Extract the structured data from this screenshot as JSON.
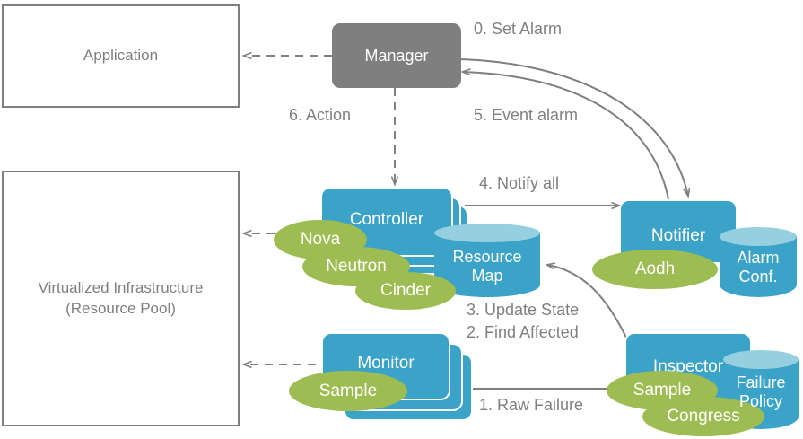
{
  "diagram": {
    "title": "Fault management architecture",
    "colors": {
      "blue": "#3ba3c7",
      "blue_light": "#96d0e0",
      "green": "#9dbc51",
      "gray": "#7f7f7f",
      "white": "#ffffff"
    },
    "plain_boxes": [
      {
        "id": "application",
        "label": "Application"
      },
      {
        "id": "infrastructure",
        "label": "Virtualized  Infrastructure\n(Resource Pool)",
        "line1": "Virtualized  Infrastructure",
        "line2": "(Resource Pool)"
      }
    ],
    "manager": {
      "label": "Manager"
    },
    "controller": {
      "label": "Controller"
    },
    "monitor": {
      "label": "Monitor"
    },
    "notifier": {
      "label": "Notifier"
    },
    "inspector": {
      "label": "Inspector"
    },
    "cylinders": [
      {
        "id": "resource-map",
        "line1": "Resource",
        "line2": "Map"
      },
      {
        "id": "alarm-conf",
        "line1": "Alarm",
        "line2": "Conf."
      },
      {
        "id": "failure-policy",
        "line1": "Failure",
        "line2": "Policy"
      }
    ],
    "tags": [
      {
        "id": "nova",
        "label": "Nova"
      },
      {
        "id": "neutron",
        "label": "Neutron"
      },
      {
        "id": "cinder",
        "label": "Cinder"
      },
      {
        "id": "aodh",
        "label": "Aodh"
      },
      {
        "id": "sample-monitor",
        "label": "Sample"
      },
      {
        "id": "sample-inspector",
        "label": "Sample"
      },
      {
        "id": "congress",
        "label": "Congress"
      }
    ],
    "flow_labels": [
      {
        "id": "step0",
        "label": "0. Set Alarm"
      },
      {
        "id": "step5",
        "label": "5. Event alarm"
      },
      {
        "id": "step6",
        "label": "6. Action"
      },
      {
        "id": "step4",
        "label": "4. Notify all"
      },
      {
        "id": "step3",
        "label": "3. Update State"
      },
      {
        "id": "step2",
        "label": "2. Find Affected"
      },
      {
        "id": "step1",
        "label": "1. Raw Failure"
      }
    ]
  }
}
